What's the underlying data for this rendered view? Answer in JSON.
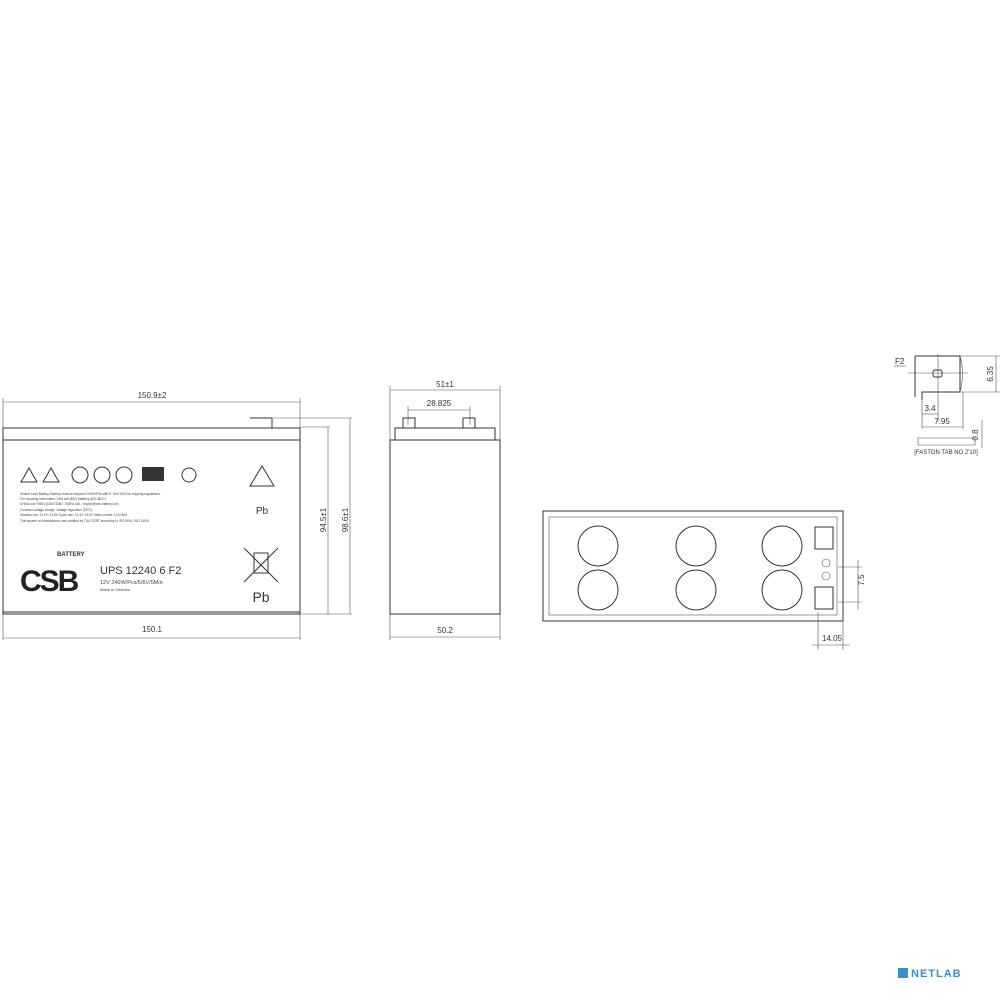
{
  "front_view": {
    "width_top": "150.9±2",
    "width_bottom": "150.1",
    "height_case": "94.5±1",
    "height_total": "98.6±1",
    "label": {
      "brand_sub": "BATTERY",
      "brand": "CSB",
      "model": "UPS 12240 6 F2",
      "spec": "12V 240W/Pcs/5/6V/5Min",
      "origin": "Made in Vietnam",
      "fine_print": [
        "Sealed Lead Battery. Battery must be recycled. NONSPILLABLE. See SDS for shipping regulations.",
        "For recycling information: USA call (800) 8battery (822-8837)",
        "CHINA call +886 (2)26473380 - EMEA call - recycle@csb-battery.com",
        "Constant voltage charge. Voltage regulation (25°C)",
        "Standby use: 13.5V~13.8V  Cycle use: 14.4V~15.0V  Initial current 2.1A MAX",
        "This system of manufacturer was certified by TUV CERT according to ISO 9001, ISO 14001"
      ],
      "pb_top": "Pb",
      "pb_bottom": "Pb"
    }
  },
  "side_view": {
    "width_top": "51±1",
    "terminal_spacing": "28.825",
    "width_bottom": "50.2"
  },
  "top_view": {
    "terminal_offset_v": "7.5",
    "terminal_offset_h": "14.05"
  },
  "terminal_detail": {
    "type": "F2",
    "height": "6.35",
    "hole": "3.4",
    "width": "7.95",
    "thickness": "0.8",
    "caption": "[FASTON TAB NO 2'10]"
  },
  "watermark": "NETLAB"
}
